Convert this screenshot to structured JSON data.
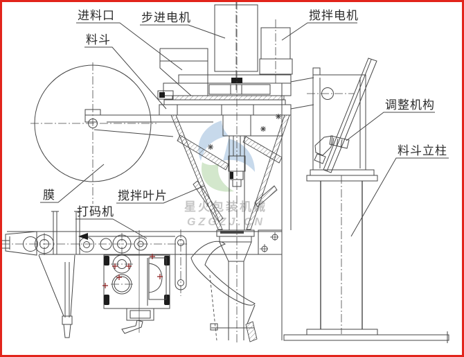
{
  "drawing": {
    "kind": "engineering-cross-section",
    "subject": "packaging machine assembly diagram"
  },
  "labels": {
    "feed_inlet": "进料口",
    "hopper": "料斗",
    "stepper_motor": "步进电机",
    "mixing_motor": "搅拌电机",
    "adjust_mechanism": "调整机构",
    "hopper_column": "料斗立柱",
    "film": "膜",
    "coding_machine": "打码机",
    "mixing_blade": "搅拌叶片"
  },
  "watermark": {
    "brand": "星火包装机械",
    "site": "GZGZJ.CN"
  },
  "colors": {
    "border": "#e2241b",
    "line": "#464646",
    "label_text": "#2b2b2b",
    "watermark_text": "#9e9e9e",
    "logo_blue": "#8fb4d8",
    "logo_green": "#a8cf9a",
    "marker_red": "#8e1f1f"
  }
}
